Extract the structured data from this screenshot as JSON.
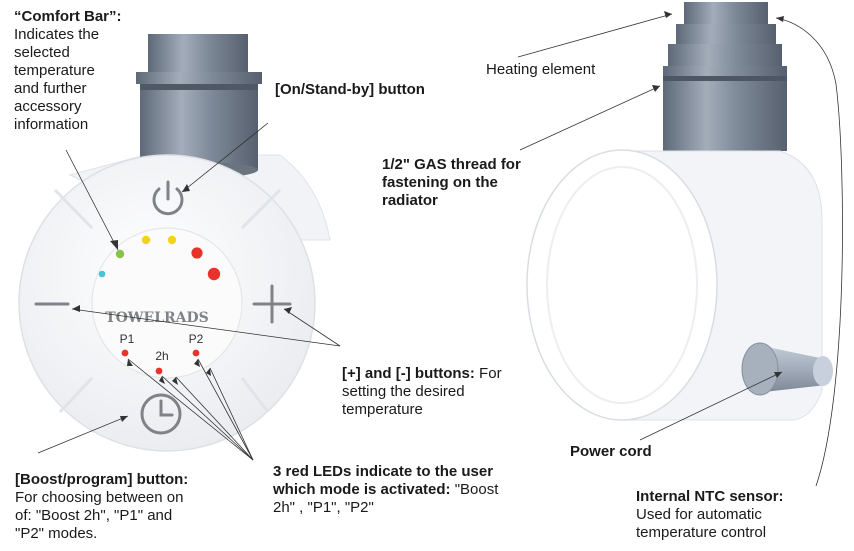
{
  "brand": "TOWELRADS",
  "led_labels": {
    "p1": "P1",
    "two_h": "2h",
    "p2": "P2"
  },
  "comfort_bar": {
    "title": "“Comfort Bar”:",
    "lines": [
      "Indicates the",
      "selected",
      "temperature",
      "and further",
      "accessory",
      "information"
    ]
  },
  "on_standby": {
    "title": "[On/Stand-by] button"
  },
  "heating_element": {
    "label": "Heating element"
  },
  "gas_thread": {
    "lines": [
      "1/2\" GAS thread for",
      "fastening on the",
      "radiator"
    ]
  },
  "plus_minus": {
    "title": "[+] and [-] buttons:",
    "rest": " For",
    "lines": [
      "setting the desired",
      "temperature"
    ]
  },
  "power_cord": {
    "label": "Power cord"
  },
  "boost_program": {
    "title": "[Boost/program] button:",
    "lines": [
      "For choosing between on",
      "of: \"Boost 2h\", \"P1\" and",
      "\"P2\" modes."
    ]
  },
  "red_leds": {
    "title_line1": "3 red LEDs indicate to the user",
    "title_line2": "which mode is activated:",
    "rest": " \"Boost",
    "line3": "2h\" , \"P1\", \"P2\""
  },
  "ntc_sensor": {
    "title": "Internal NTC sensor:",
    "lines": [
      "Used for automatic",
      "temperature control"
    ]
  },
  "colors": {
    "body_white": "#f4f5f7",
    "metal_grey": "#7c8796",
    "led_green": "#86c34a",
    "led_yellow": "#f2d21a",
    "led_red": "#e8322a",
    "led_cyan": "#44c4d4",
    "icon_grey": "#7f8388"
  },
  "icons": [
    "power-icon",
    "plus-icon",
    "minus-icon",
    "clock-icon"
  ]
}
